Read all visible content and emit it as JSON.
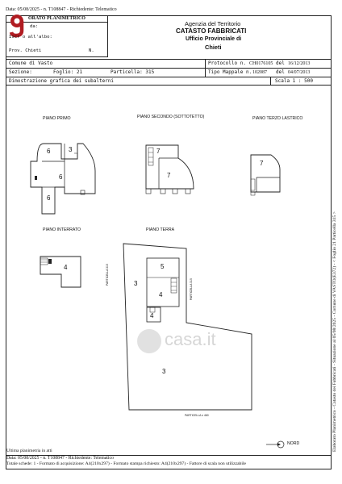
{
  "stamp_top": "Data: 05/08/2025 - n. T108847 - Richiedente: Telematico",
  "stamp_bottom": "Data: 05/08/2025 - n. T108847 - Richiedente: Telematico",
  "side_note": "Elaborato Planimetrico - Catasto dei Fabbricati - Situazione al 05/08/2025 - Comune di VASTO(E372) - < Foglio 21 Particella 315 >",
  "header": {
    "title_box": "ORATO PLANIMETRICO",
    "row_da": "da:",
    "row_albo": "Iscr    o all'albo:",
    "row_prov": "Prov. Chieti",
    "row_n": "N.",
    "agency": "Agenzia del Territorio",
    "catasto": "CATASTO FABBRICATI",
    "office": "Ufficio Provinciale di",
    "city": "Chieti"
  },
  "info": {
    "comune": "Comune di Vasto",
    "sezione": "Sezione:",
    "foglio": "Foglio: 21",
    "particella": "Particella: 315",
    "protocollo_label": "Protocollo n.",
    "protocollo_value": "CH0176105",
    "protocollo_del_label": "del",
    "protocollo_date": "16/12/2013",
    "tipo_label": "Tipo Mappale n.",
    "tipo_value": "102087",
    "tipo_del_label": "del",
    "tipo_date": "04/07/2013",
    "dimostrazione": "Dimostrazione grafica dei subalterni",
    "scala": "Scala 1 : 500"
  },
  "floors": {
    "primo": "PIANO PRIMO",
    "secondo": "PIANO SECONDO (SOTTOTETTO)",
    "terzo": "PIANO TERZO LASTRICO",
    "interrato": "PIANO INTERRATO",
    "terra": "PIANO TERRA"
  },
  "rooms": {
    "primo_a": "6",
    "primo_b": "3",
    "primo_c": "6",
    "primo_d": "6",
    "secondo_a": "7",
    "secondo_b": "7",
    "terzo_a": "7",
    "interrato_a": "4",
    "terra_a": "5",
    "terra_b": "3",
    "terra_c": "4",
    "terra_d": "4",
    "terra_e": "3"
  },
  "parcels": {
    "left": "PARTICELLA 315",
    "right": "PARTICELLA 315",
    "bottom": "PARTICELLA n 460"
  },
  "watermark": "casa.it",
  "nord": "NORD",
  "footer": {
    "ultima": "Ultima planimetria in atti",
    "totale": "Totale schede: 1 - Formato di acquisizione: A4(210x297) - Formato stampa richiesto: A4(210x297) - Fattore di scala non utilizzabile"
  }
}
